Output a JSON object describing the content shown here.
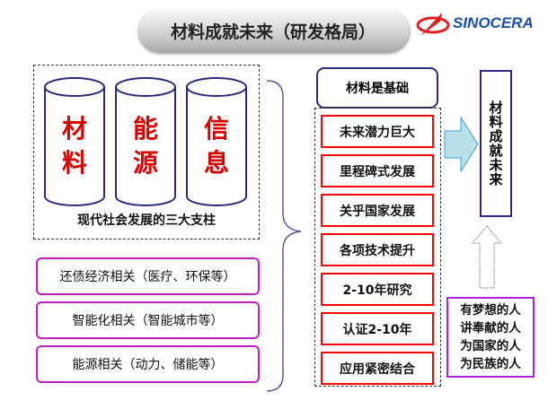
{
  "title": "材料成就未来（研发格局）",
  "logo": {
    "text": "SINOCERA",
    "colors": {
      "mark": "#e02020",
      "text": "#1a4fb0"
    }
  },
  "pillars": {
    "items": [
      {
        "line1": "材",
        "line2": "料"
      },
      {
        "line1": "能",
        "line2": "源"
      },
      {
        "line1": "信",
        "line2": "息"
      }
    ],
    "caption": "现代社会发展的三大支柱"
  },
  "areas": [
    "还债经济相关（医疗、环保等）",
    "智能化相关（智能城市等）",
    "能源相关（动力、储能等）"
  ],
  "foundation": "材料是基础",
  "features": [
    "未来潜力巨大",
    "里程碑式发展",
    "关乎国家发展",
    "各项技术提升",
    "2-10年研究",
    "认证2-10年",
    "应用紧密结合"
  ],
  "result": "材料成就未来",
  "people": [
    "有梦想的人",
    "讲奉献的人",
    "为国家的人",
    "为民族的人"
  ]
}
